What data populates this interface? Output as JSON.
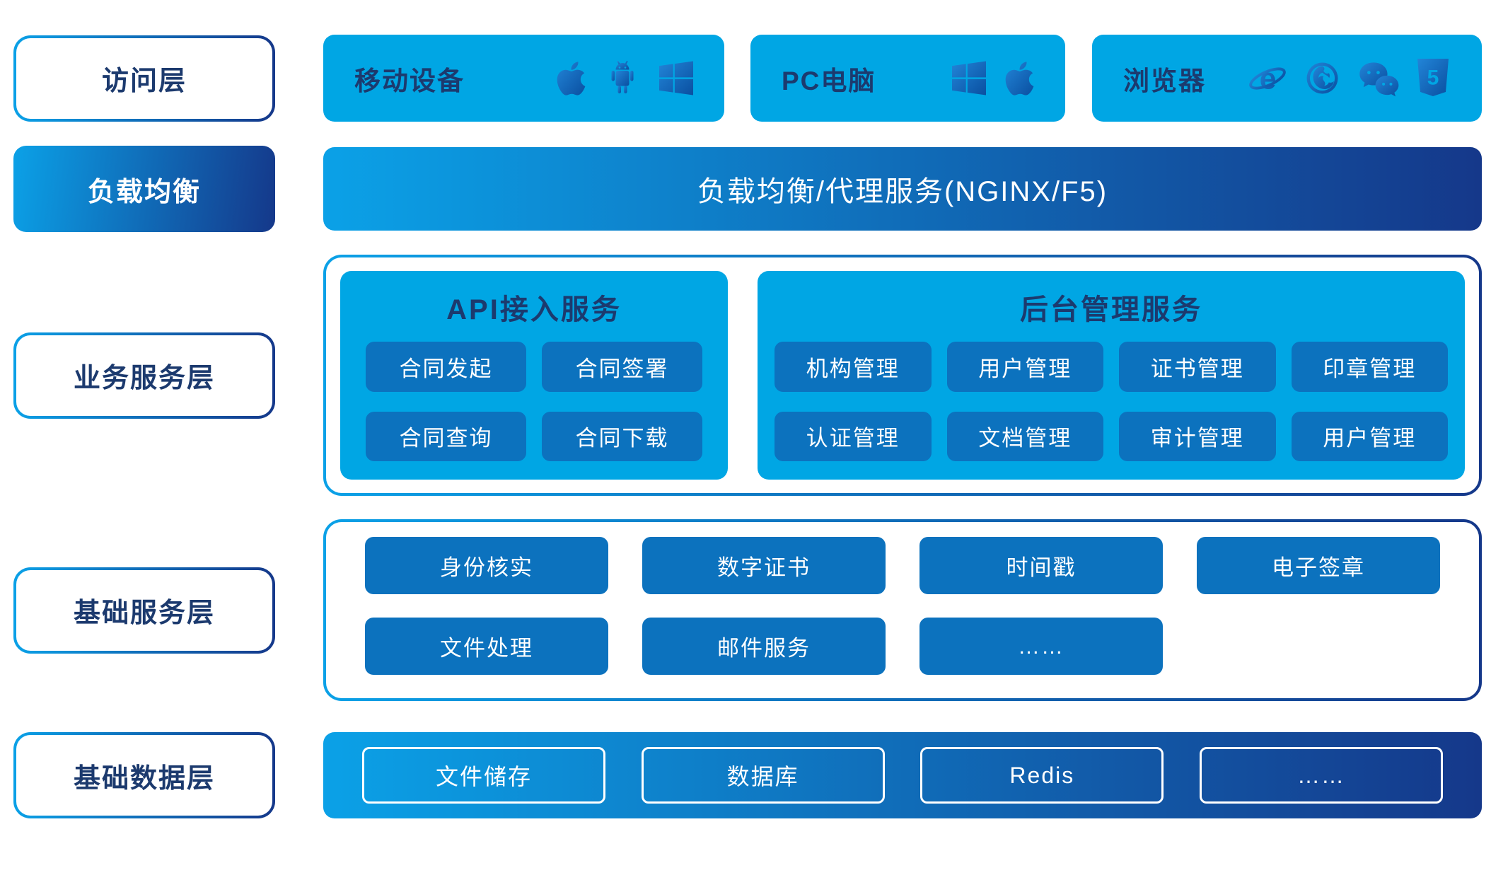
{
  "palette": {
    "panel_light_blue": "#00A6E4",
    "button_blue": "#0C72BE",
    "gradient_start": "#0BA1E7",
    "gradient_end": "#15388A",
    "navy_text": "#1C3A6E",
    "white": "#FFFFFF"
  },
  "layers": {
    "access": {
      "label": "访问层",
      "boxes": [
        {
          "label": "移动设备",
          "icons": [
            "apple-icon",
            "android-icon",
            "windows-icon"
          ]
        },
        {
          "label": "PC电脑",
          "icons": [
            "windows-icon",
            "apple-icon"
          ]
        },
        {
          "label": "浏览器",
          "icons": [
            "ie-icon",
            "firefox-icon",
            "wechat-icon",
            "html5-icon"
          ]
        }
      ]
    },
    "load_balance": {
      "label": "负载均衡",
      "bar": "负载均衡/代理服务(NGINX/F5)"
    },
    "business": {
      "label": "业务服务层",
      "panels": [
        {
          "title": "API接入服务",
          "buttons": [
            "合同发起",
            "合同签署",
            "合同查询",
            "合同下载"
          ]
        },
        {
          "title": "后台管理服务",
          "buttons": [
            "机构管理",
            "用户管理",
            "证书管理",
            "印章管理",
            "认证管理",
            "文档管理",
            "审计管理",
            "用户管理"
          ]
        }
      ]
    },
    "basic_service": {
      "label": "基础服务层",
      "buttons": [
        "身份核实",
        "数字证书",
        "时间戳",
        "电子签章",
        "文件处理",
        "邮件服务",
        "……"
      ]
    },
    "basic_data": {
      "label": "基础数据层",
      "boxes": [
        "文件储存",
        "数据库",
        "Redis",
        "……"
      ]
    }
  }
}
